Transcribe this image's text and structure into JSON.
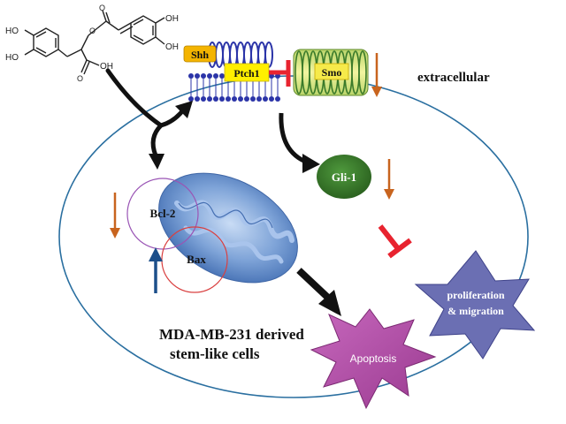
{
  "molecule": {
    "oh_top_left": "HO",
    "oh_mid_left": "HO",
    "oh_top_right": "OH",
    "oh_mid_right": "OH",
    "acid": "OH",
    "o_ester": "O",
    "o_carbonyl_a": "O",
    "o_carbonyl_b": "O"
  },
  "labels": {
    "shh": "Shh",
    "ptch1": "Ptch1",
    "smo": "Smo",
    "extracellular": "extracellular",
    "gli1": "Gli-1",
    "bcl2": "Bcl-2",
    "bax": "Bax",
    "cells_line1": "MDA-MB-231 derived",
    "cells_line2": "stem-like cells",
    "apoptosis": "Apoptosis",
    "prolif_line1": "proliferation",
    "prolif_line2": "& migration"
  },
  "colors": {
    "cell_membrane": "#2a6fa0",
    "shh_box": "#f4b400",
    "ptch1_box": "#ffef00",
    "smo_fill": "#e6f07a",
    "membrane_blue": "#2b34a8",
    "inhibit_red": "#e8232f",
    "down_arrow": "#c8641e",
    "up_arrow": "#1c4f8a",
    "gli_green": "#3b7d2d",
    "mito_blue": "#6e97d1",
    "apoptosis_magenta": "#b04aa6",
    "prolif_purple": "#6b6fb3",
    "bcl2_ring": "#9a55b5",
    "bax_ring": "#d94040"
  }
}
